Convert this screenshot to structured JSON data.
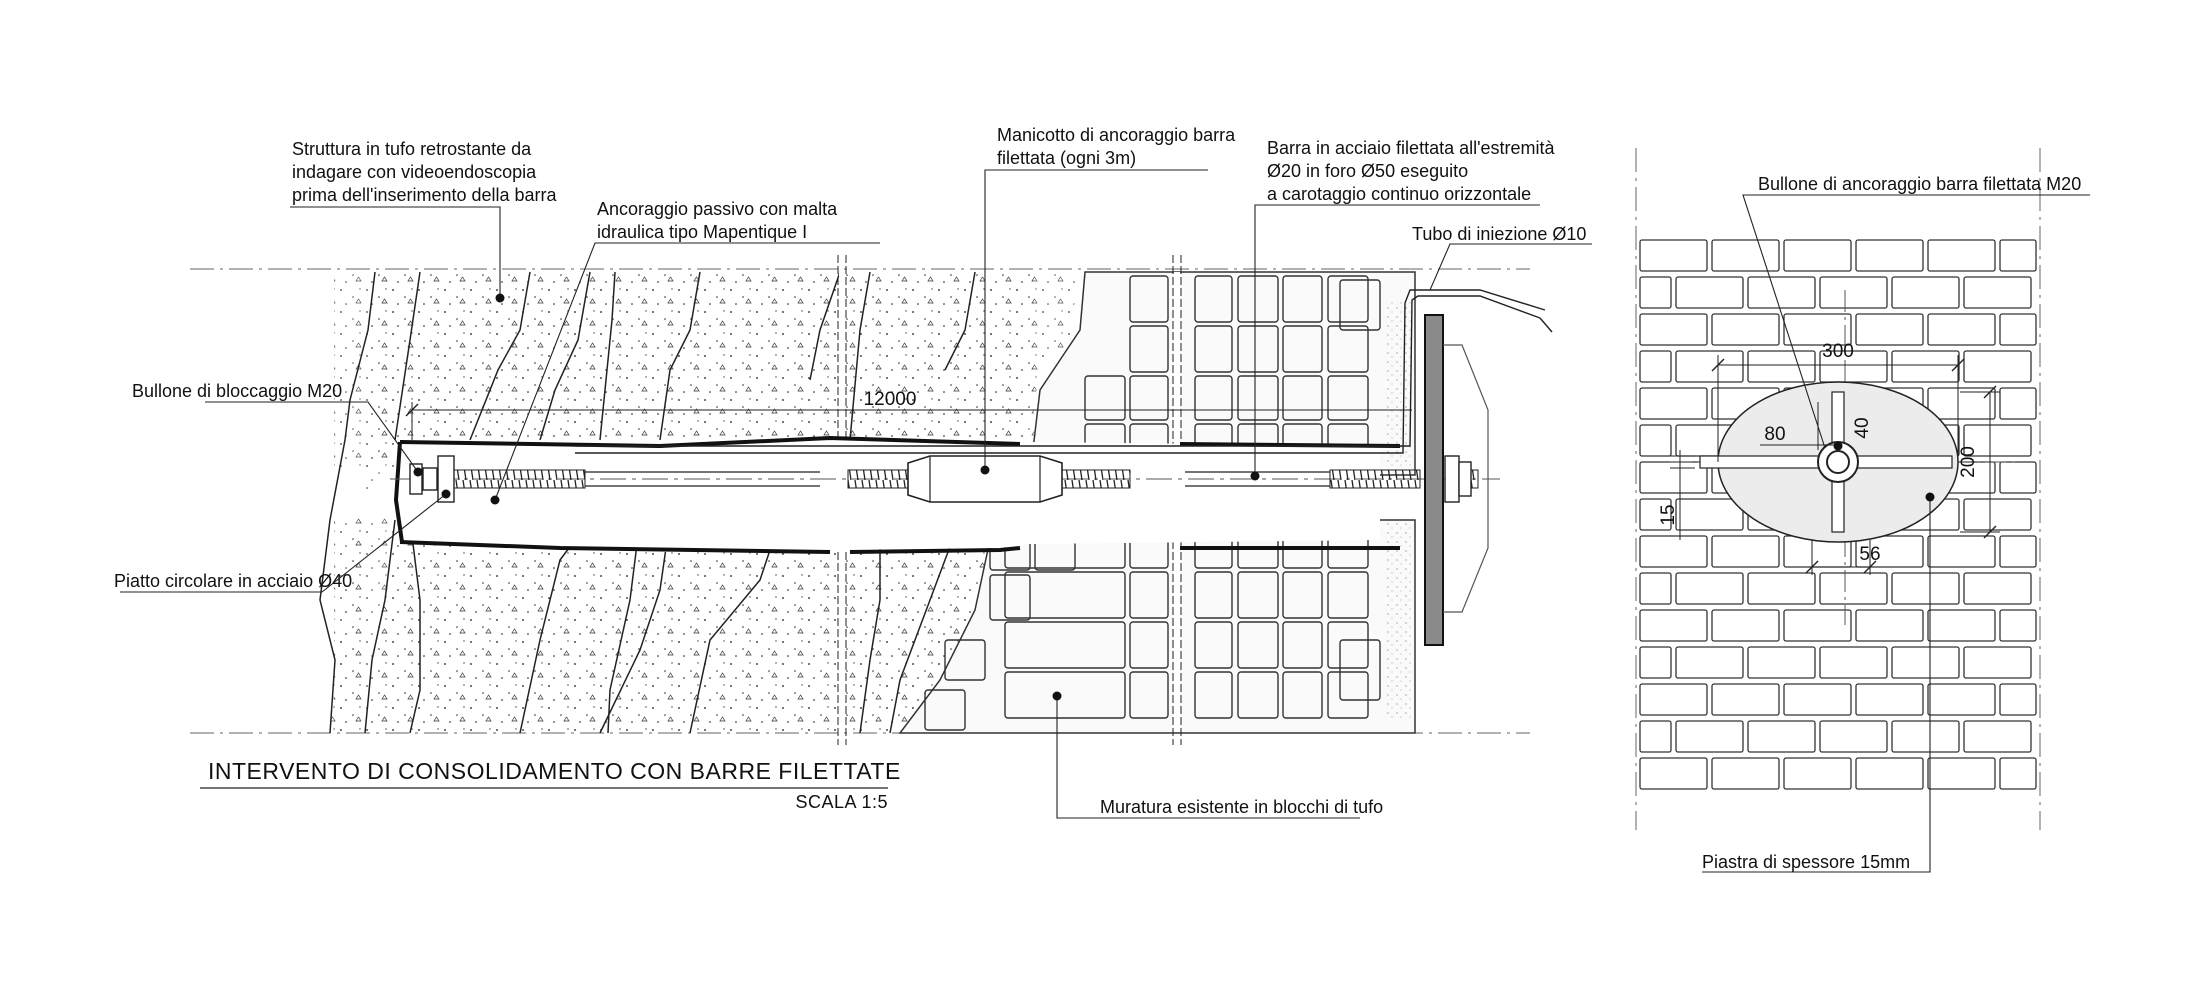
{
  "drawing": {
    "title": "INTERVENTO DI CONSOLIDAMENTO CON BARRE FILETTATE",
    "scale": "SCALA 1:5"
  },
  "labels": {
    "tufo_retro": [
      "Struttura in tufo retrostante da",
      "indagare con videoendoscopia",
      "prima dell'inserimento della barra"
    ],
    "ancoraggio": [
      "Ancoraggio passivo con malta",
      "idraulica tipo Mapentique I"
    ],
    "manicotto": [
      "Manicotto di ancoraggio barra",
      "filettata (ogni 3m)"
    ],
    "barra": [
      "Barra in acciaio filettata all'estremità",
      "Ø20 in foro Ø50 eseguito",
      "a carotaggio continuo orizzontale"
    ],
    "tubo": "Tubo di iniezione Ø10",
    "bullone_bloccaggio": "Bullone di bloccaggio M20",
    "piatto": "Piatto circolare in acciaio Ø40",
    "muratura": "Muratura esistente in blocchi di tufo",
    "bullone_ancoraggio": "Bullone di ancoraggio barra filettata M20",
    "piastra": "Piastra di spessore 15mm"
  },
  "dimensions": {
    "length": "12000",
    "plate_width": "300",
    "plate_height": "200",
    "d80": "80",
    "d40": "40",
    "d15": "15",
    "d56": "56"
  },
  "colors": {
    "line": "#111111",
    "plate_fill": "#8a8a8a",
    "ellipse_fill": "#ececec"
  }
}
